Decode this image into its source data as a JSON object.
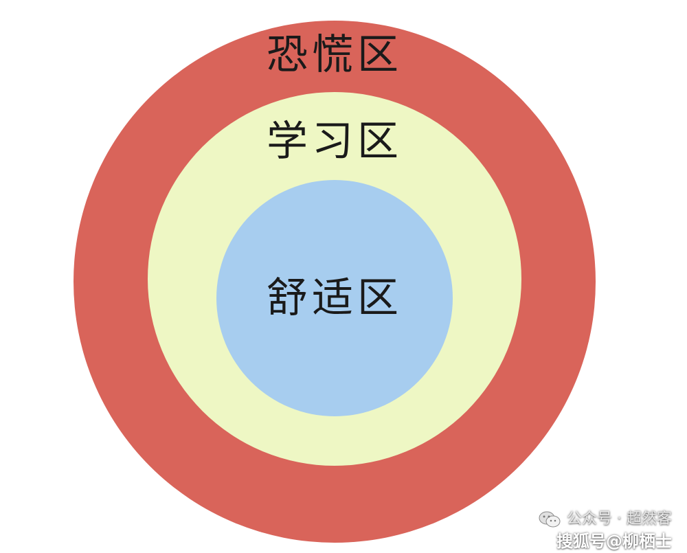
{
  "diagram": {
    "zones": [
      {
        "id": "outer",
        "label": "恐慌区",
        "color": "#d9645a"
      },
      {
        "id": "middle",
        "label": "学习区",
        "color": "#eef7c4"
      },
      {
        "id": "inner",
        "label": "舒适区",
        "color": "#a7cdef"
      }
    ]
  },
  "watermark": {
    "source": "公众号 · 超然客",
    "platform": "搜狐号@柳栖士",
    "icon": "wechat-icon"
  }
}
